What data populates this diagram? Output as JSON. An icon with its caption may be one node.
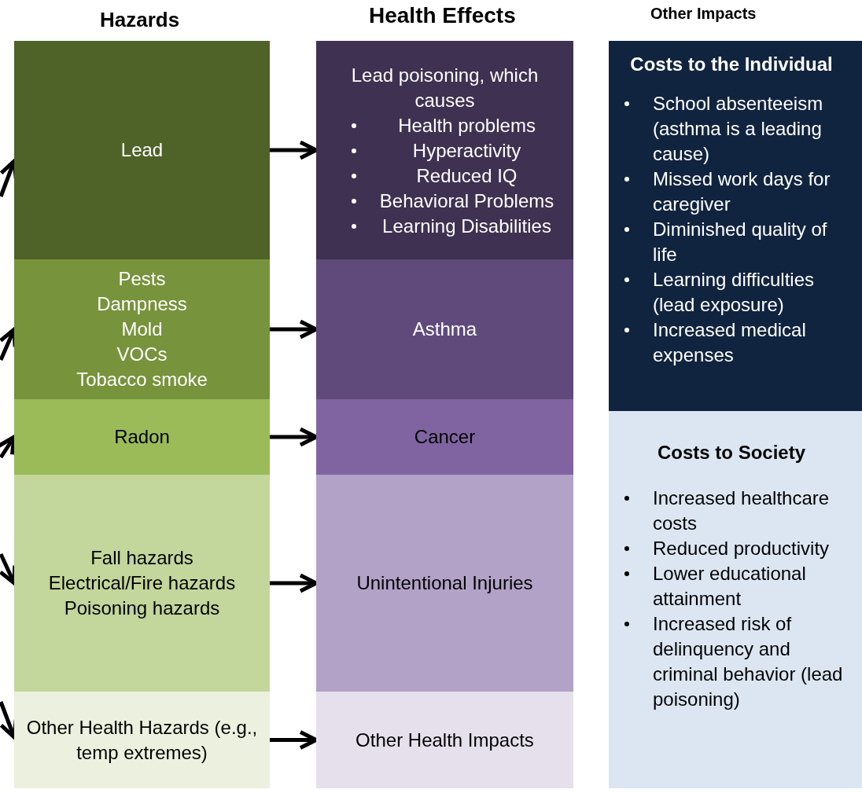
{
  "diagram": {
    "nodes": [
      {
        "text": [
          "Lead"
        ]
      },
      {
        "text": [
          "Pests",
          "Dampness",
          "Mold",
          "VOCs",
          "Tobacco smoke"
        ]
      },
      {
        "text": [
          "Radon"
        ]
      },
      {
        "text": [
          "Fall hazards",
          "Electrical/Fire hazards",
          "Poisoning hazards"
        ]
      },
      {
        "text": [
          "Other Health Hazards (e.g., temp extremes)"
        ]
      },
      {
        "text": [
          "Lead poisoning, which causes",
          "Health problems",
          "Hyperactivity",
          "Reduced IQ",
          "Behavioral Problems",
          "Learning Disabilities"
        ]
      },
      {
        "text": [
          "Asthma"
        ]
      },
      {
        "text": [
          "Cancer"
        ]
      },
      {
        "text": [
          "Unintentional Injuries"
        ]
      },
      {
        "text": [
          "Other Health Impacts"
        ]
      },
      {
        "text": [
          "Costs to the Individual",
          "School absenteeism (asthma is a leading cause)",
          "Missed work days for caregiver",
          "Diminished quality of life",
          "Learning difficulties (lead exposure)",
          "Increased medical expenses"
        ]
      },
      {
        "text": [
          "Costs to Society",
          "Increased healthcare costs",
          "Reduced productivity",
          "Lower  educational attainment",
          "Increased risk of delinquency and criminal behavior (lead poisoning)"
        ]
      }
    ],
    "edges": [
      {
        "from": null,
        "to": 0,
        "arrow": "to"
      },
      {
        "from": null,
        "to": 1,
        "arrow": "to"
      },
      {
        "from": null,
        "to": 2,
        "arrow": "to"
      },
      {
        "from": null,
        "to": 3,
        "arrow": "to"
      },
      {
        "from": null,
        "to": 4,
        "arrow": "to"
      },
      {
        "from": 0,
        "to": 5,
        "arrow": "to"
      },
      {
        "from": 1,
        "to": 6,
        "arrow": "to"
      },
      {
        "from": 2,
        "to": 7,
        "arrow": "to"
      },
      {
        "from": 3,
        "to": 8,
        "arrow": "to"
      },
      {
        "from": 4,
        "to": 9,
        "arrow": "to"
      }
    ],
    "labels": [
      "Hazards",
      "Health Effects",
      "Other Impacts"
    ]
  }
}
